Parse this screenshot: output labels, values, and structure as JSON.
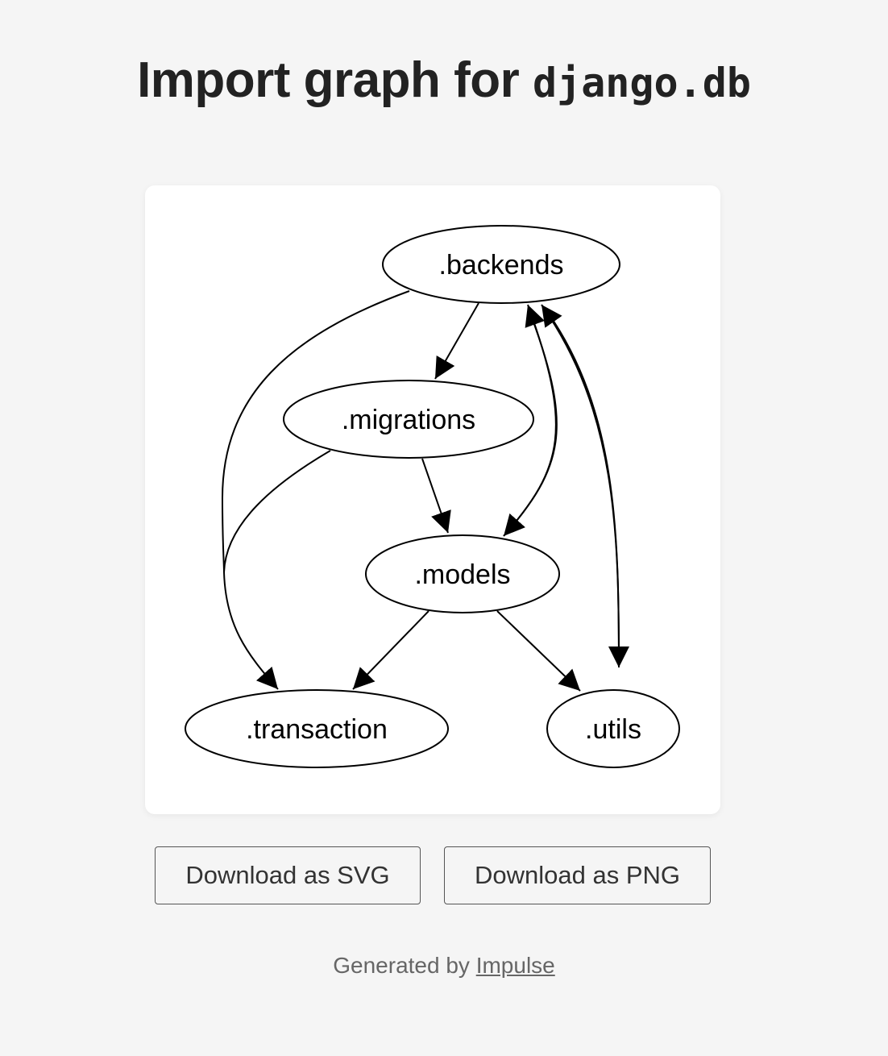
{
  "header": {
    "title_prefix": "Import graph for",
    "module_name": "django.db"
  },
  "graph": {
    "nodes": [
      {
        "id": "backends",
        "label": ".backends"
      },
      {
        "id": "migrations",
        "label": ".migrations"
      },
      {
        "id": "models",
        "label": ".models"
      },
      {
        "id": "transaction",
        "label": ".transaction"
      },
      {
        "id": "utils",
        "label": ".utils"
      }
    ],
    "edges": [
      {
        "from": "backends",
        "to": "migrations"
      },
      {
        "from": "backends",
        "to": "models"
      },
      {
        "from": "models",
        "to": "backends"
      },
      {
        "from": "backends",
        "to": "utils"
      },
      {
        "from": "utils",
        "to": "backends"
      },
      {
        "from": "backends",
        "to": "transaction"
      },
      {
        "from": "migrations",
        "to": "models"
      },
      {
        "from": "migrations",
        "to": "transaction"
      },
      {
        "from": "models",
        "to": "transaction"
      },
      {
        "from": "models",
        "to": "utils"
      }
    ]
  },
  "actions": {
    "download_svg_label": "Download as SVG",
    "download_png_label": "Download as PNG"
  },
  "footer": {
    "prefix": "Generated by",
    "link_label": "Impulse"
  }
}
